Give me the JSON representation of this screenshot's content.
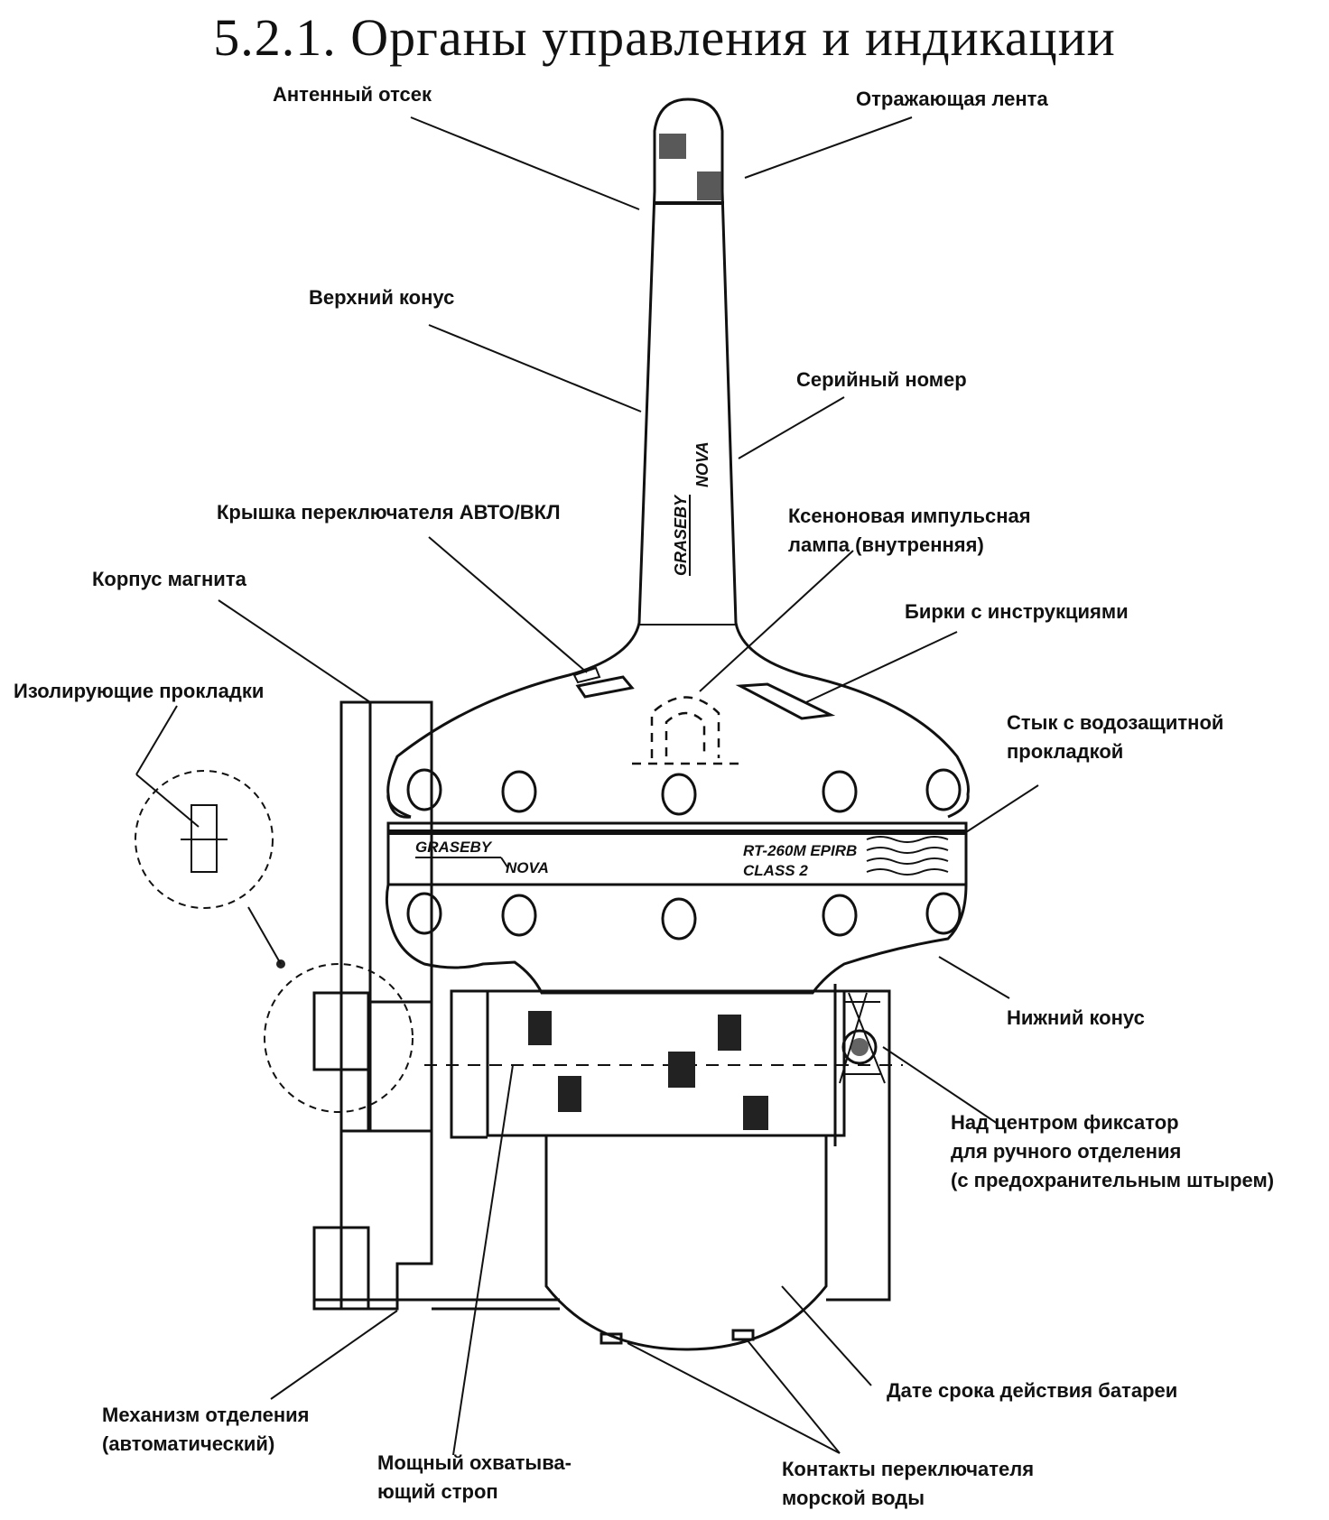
{
  "title": "5.2.1. Органы управления и индикации",
  "labels": {
    "antenna": "Антенный отсек",
    "reflective_tape": "Отражающая лента",
    "upper_cone": "Верхний конус",
    "serial_number": "Серийный номер",
    "switch_cover": "Крышка переключателя АВТО/ВКЛ",
    "xenon_line1": "Ксеноновая импульсная",
    "xenon_line2": "лампа (внутренняя)",
    "magnet_housing": "Корпус магнита",
    "instruction_tags": "Бирки с инструкциями",
    "insulating_pads": "Изолирующие прокладки",
    "joint_line1": "Стык с водозащитной",
    "joint_line2": "прокладкой",
    "lower_cone": "Нижний конус",
    "center_line1": "Над центром фиксатор",
    "center_line2": "для ручного отделения",
    "center_line3": "(с предохранительным штырем)",
    "battery_date": "Дате срока действия батареи",
    "release_line1": "Механизм отделения",
    "release_line2": "(автоматический)",
    "strap_line1": "Мощный охватыва-",
    "strap_line2": "ющий строп",
    "contacts_line1": "Контакты переключателя",
    "contacts_line2": "морской воды"
  },
  "device_markings": {
    "brand_1": "GRASEBY",
    "brand_2": "NOVA",
    "model": "RT-260M EPIRB",
    "class": "CLASS 2"
  }
}
